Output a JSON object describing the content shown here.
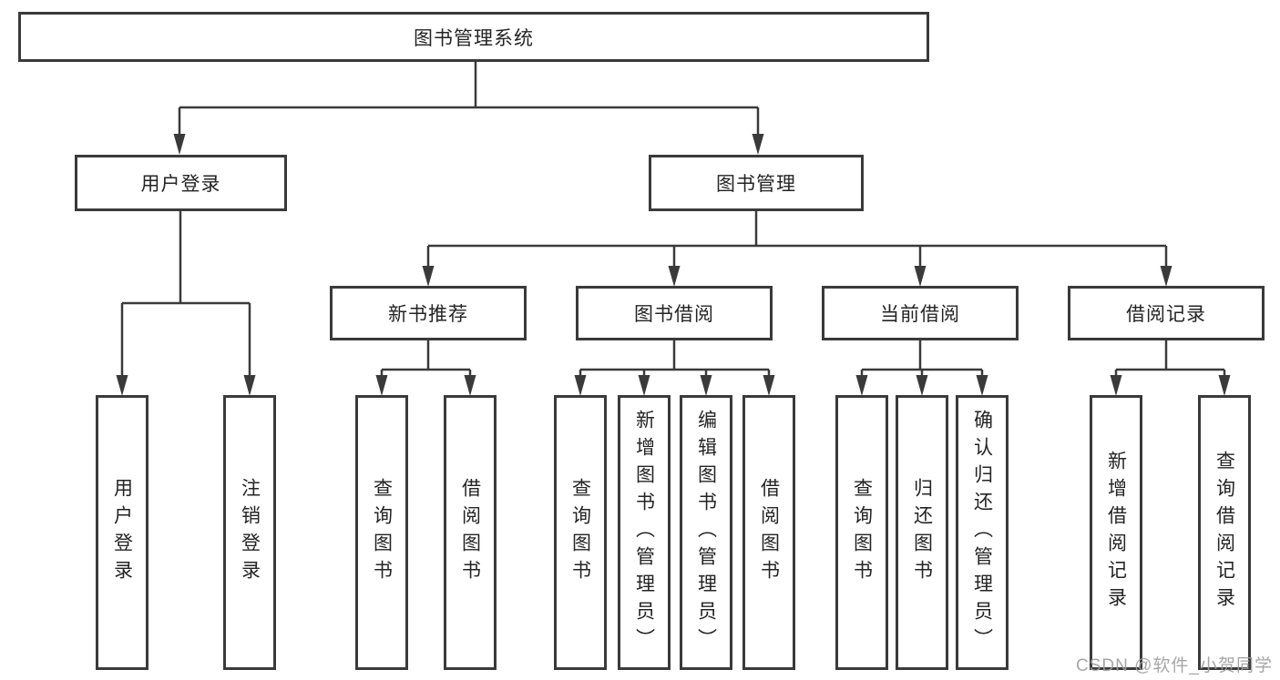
{
  "diagram": {
    "root": "图书管理系统",
    "level2": [
      "用户登录",
      "图书管理"
    ],
    "level3": [
      "新书推荐",
      "图书借阅",
      "当前借阅",
      "借阅记录"
    ],
    "leaves_user": [
      "用户登录",
      "注销登录"
    ],
    "leaves_recommend": [
      "查询图书",
      "借阅图书"
    ],
    "leaves_borrow": [
      "查询图书",
      "新增图书（管理员）",
      "编辑图书（管理员）",
      "借阅图书"
    ],
    "leaves_current": [
      "查询图书",
      "归还图书",
      "确认归还（管理员）"
    ],
    "leaves_history": [
      "新增借阅记录",
      "查询借阅记录"
    ]
  },
  "colors": {
    "line": "#3a3a3a",
    "text": "#242424",
    "background": "#ffffff",
    "watermark": "#9e9e9e"
  },
  "watermark": "CSDN @软件_小贺同学"
}
